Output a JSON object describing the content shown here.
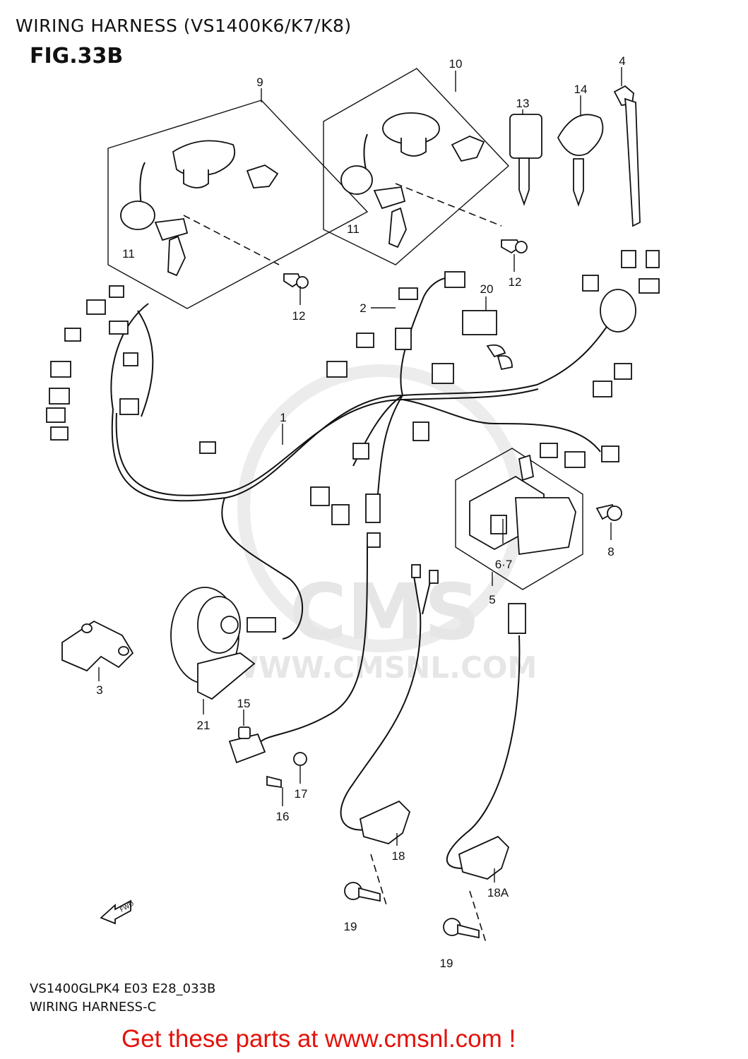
{
  "header": {
    "title": "WIRING HARNESS (VS1400K6/K7/K8)",
    "figure": "FIG.33B"
  },
  "watermark": {
    "brand": "CMS",
    "url": "WWW.CMSNL.COM"
  },
  "callouts": [
    {
      "id": "c1",
      "label": "1"
    },
    {
      "id": "c2",
      "label": "2"
    },
    {
      "id": "c3",
      "label": "3"
    },
    {
      "id": "c4",
      "label": "4"
    },
    {
      "id": "c5",
      "label": "5"
    },
    {
      "id": "c67",
      "label": "6·7"
    },
    {
      "id": "c8",
      "label": "8"
    },
    {
      "id": "c9",
      "label": "9"
    },
    {
      "id": "c10",
      "label": "10"
    },
    {
      "id": "c11a",
      "label": "11"
    },
    {
      "id": "c11b",
      "label": "11"
    },
    {
      "id": "c12a",
      "label": "12"
    },
    {
      "id": "c12b",
      "label": "12"
    },
    {
      "id": "c13",
      "label": "13"
    },
    {
      "id": "c14",
      "label": "14"
    },
    {
      "id": "c15",
      "label": "15"
    },
    {
      "id": "c16",
      "label": "16"
    },
    {
      "id": "c17",
      "label": "17"
    },
    {
      "id": "c18",
      "label": "18"
    },
    {
      "id": "c18a",
      "label": "18A"
    },
    {
      "id": "c19a",
      "label": "19"
    },
    {
      "id": "c19b",
      "label": "19"
    },
    {
      "id": "c20",
      "label": "20"
    },
    {
      "id": "c21",
      "label": "21"
    }
  ],
  "fwd_label": "FWD",
  "footer": {
    "code": "VS1400GLPK4 E03 E28_033B",
    "subtitle": "WIRING HARNESS-C",
    "cta": "Get these parts at www.cmsnl.com !"
  },
  "colors": {
    "cta": "#e3120b",
    "ink": "#111111",
    "watermark": "#e6e6e6"
  }
}
